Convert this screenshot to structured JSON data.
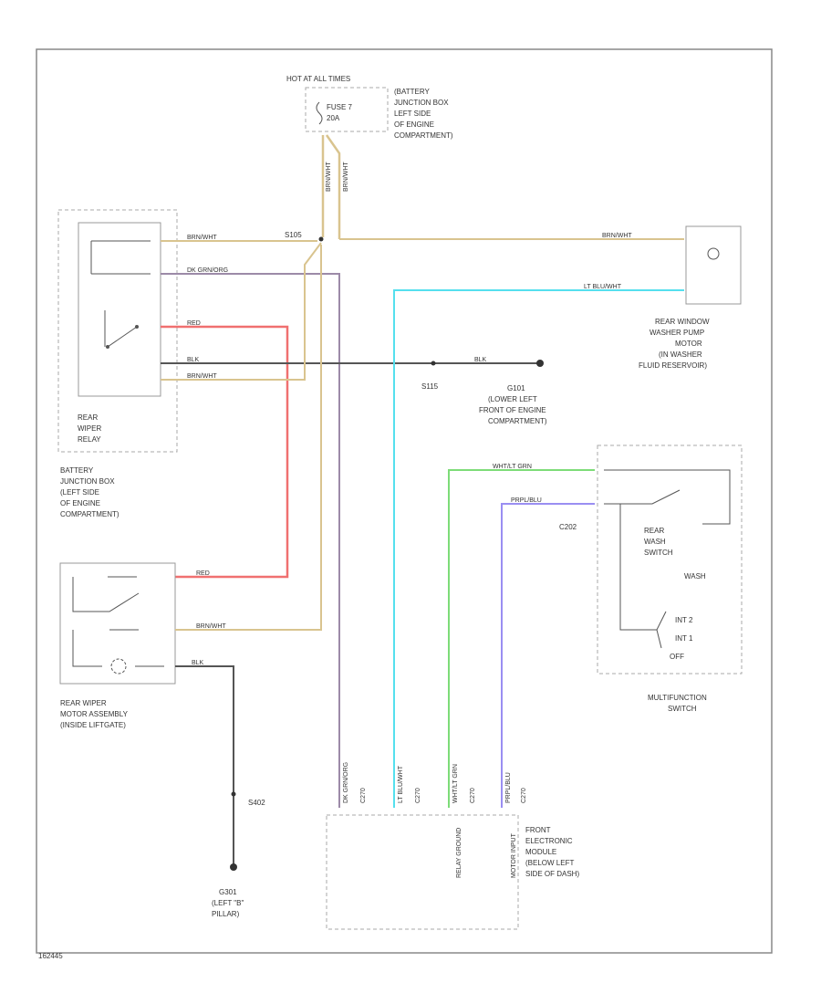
{
  "diagram": {
    "fuse": {
      "header": "HOT AT ALL TIMES",
      "name": "FUSE 7",
      "rating": "20A",
      "location": [
        "(BATTERY",
        "JUNCTION BOX",
        "LEFT SIDE",
        "OF ENGINE",
        "COMPARTMENT)"
      ]
    },
    "splices": {
      "top": "S105",
      "ground_splice": "S115",
      "rear_ground_splice": "S402"
    },
    "grounds": {
      "g101": [
        "G101",
        "(LOWER LEFT",
        "FRONT OF ENGINE",
        "COMPARTMENT)"
      ],
      "g301": [
        "G301",
        "(LEFT \"B\"",
        "PILLAR)"
      ]
    },
    "relay": {
      "label": [
        "REAR",
        "WIPER",
        "RELAY"
      ],
      "location": [
        "BATTERY",
        "JUNCTION BOX",
        "(LEFT SIDE",
        "OF ENGINE",
        "COMPARTMENT)"
      ]
    },
    "pump": {
      "label": [
        "REAR WINDOW",
        "WASHER PUMP",
        "MOTOR",
        "(IN WASHER",
        "FLUID RESERVOIR)"
      ]
    },
    "motor": {
      "label": [
        "REAR WIPER",
        "MOTOR ASSEMBLY",
        "(INSIDE LIFTGATE)"
      ]
    },
    "mfs": {
      "label": [
        "MULTIFUNCTION",
        "SWITCH"
      ],
      "switch": [
        "REAR",
        "WASH",
        "SWITCH"
      ],
      "positions": [
        "WASH",
        "INT 2",
        "INT 1",
        "OFF"
      ],
      "connector": "C202"
    },
    "fem": {
      "label": [
        "FRONT",
        "ELECTRONIC",
        "MODULE",
        "(BELOW LEFT",
        "SIDE OF DASH)"
      ],
      "inputs": [
        "RELAY GROUND",
        "MOTOR INPUT"
      ]
    },
    "wires": {
      "brn_wht": "BRN/WHT",
      "dk_brn": "DK GRN/ORG",
      "red": "RED",
      "blk": "BLK",
      "lt_blu": "LT BLU/WHT",
      "wht_ltgrn": "WHT/LT GRN",
      "prpl_blu": "PRPL/BLU"
    },
    "connector_ids": [
      "C270",
      "C270",
      "C270",
      "C270"
    ],
    "footer_code": "162445"
  },
  "colors": {
    "brown": "#d9c48f",
    "purple_dk": "#9c8aa8",
    "red": "#f07070",
    "black": "#333333",
    "lt_blue": "#55e0ee",
    "green": "#7ddc78",
    "violet": "#9a8ef2",
    "frame": "#888888"
  }
}
